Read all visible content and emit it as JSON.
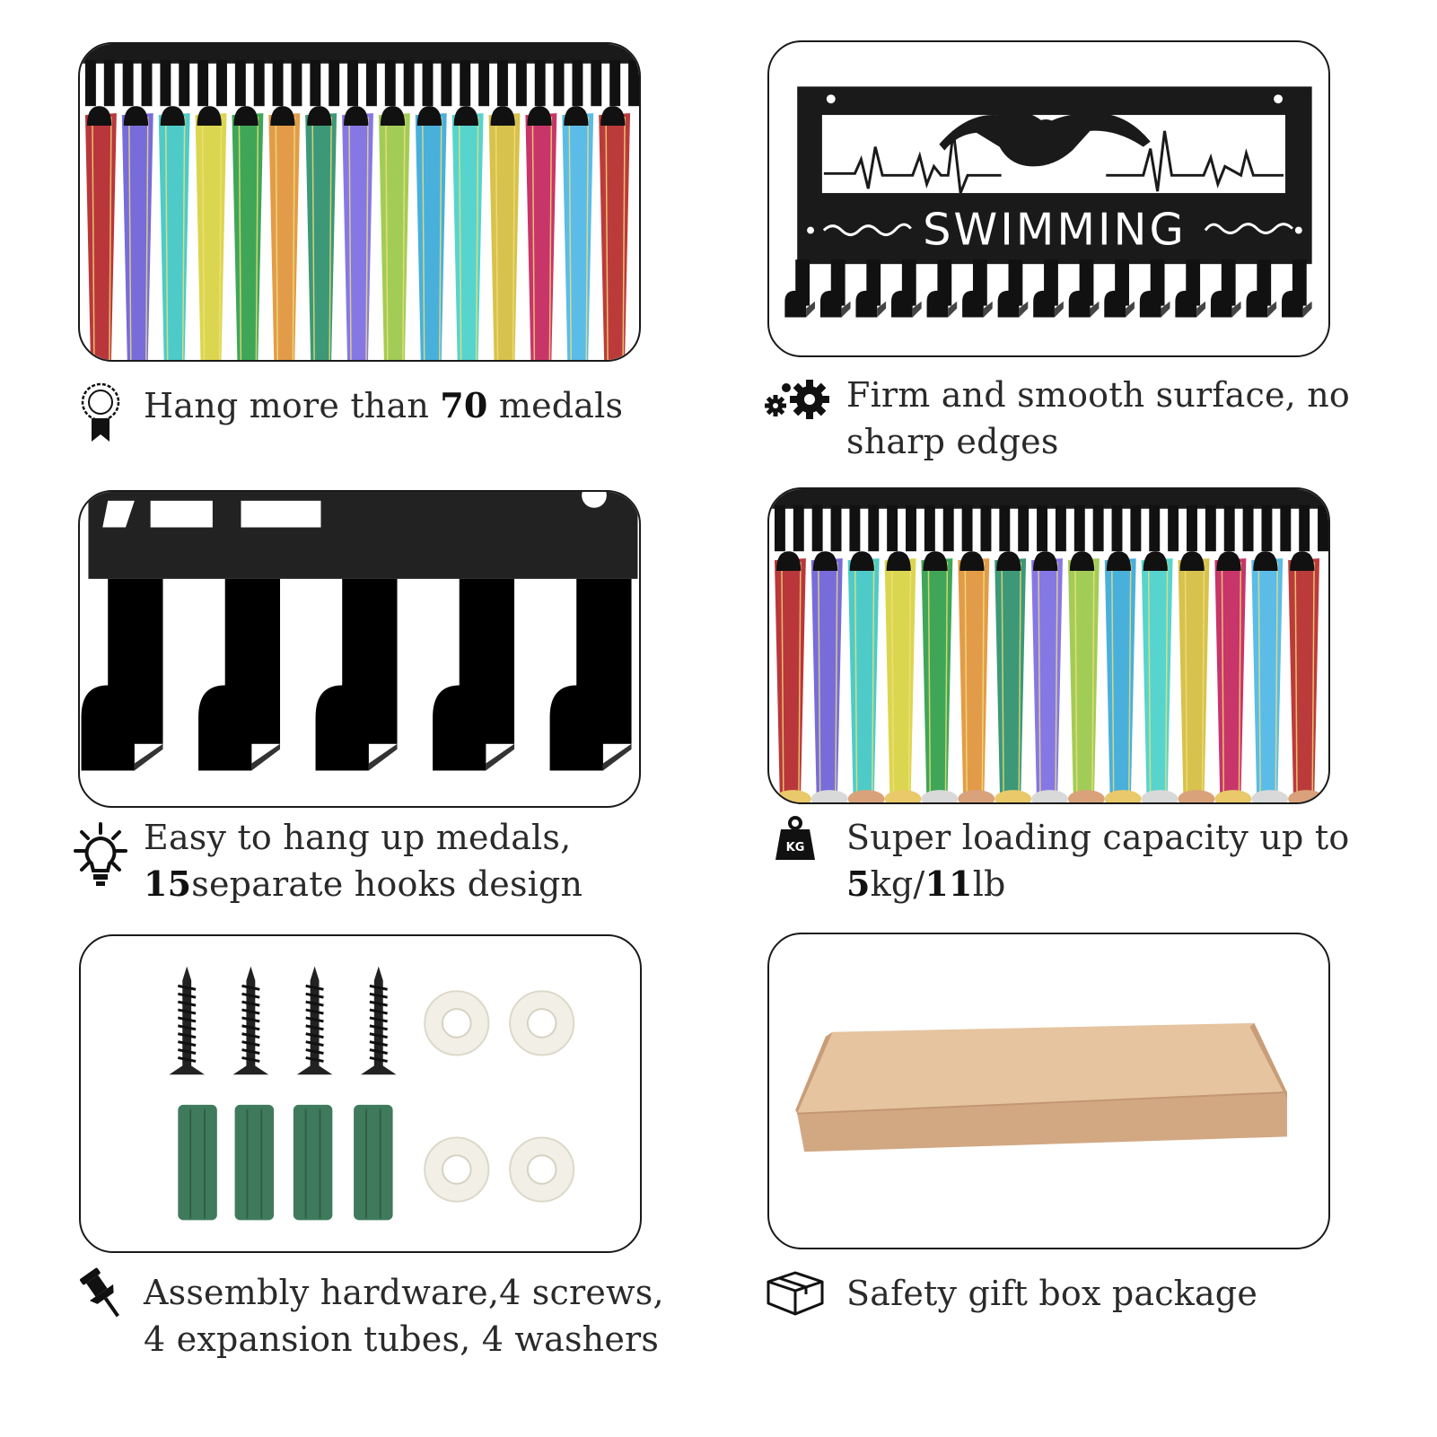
{
  "features": [
    {
      "id": "medals",
      "icon": "medal-ribbon-icon",
      "text_before": "Hang more than ",
      "number": "70",
      "text_after": " medals"
    },
    {
      "id": "surface",
      "icon": "gears-icon",
      "line1": "Firm and smooth surface, no",
      "line2": "sharp edges"
    },
    {
      "id": "hooks",
      "icon": "lightbulb-icon",
      "line1": "Easy to hang up medals,",
      "number": "15",
      "line2": "separate hooks design"
    },
    {
      "id": "capacity",
      "icon": "kg-weight-icon",
      "icon_label": "KG",
      "line1": "Super loading capacity  up to",
      "kg": "5",
      "kg_unit": "kg/",
      "lb": "11",
      "lb_unit": "lb"
    },
    {
      "id": "hardware",
      "icon": "push-pin-icon",
      "line1": "Assembly hardware,4  screws,",
      "line2": "4 expansion tubes, 4 washers"
    },
    {
      "id": "package",
      "icon": "gift-box-icon",
      "line1": "Safety gift box package"
    }
  ],
  "swim_sign": {
    "text": "SWIMMING"
  },
  "colors": {
    "frame": "#1a1a1a",
    "ribbons": [
      "#b3262a",
      "#6b5fd6",
      "#3fc7c4",
      "#d8d341",
      "#2f9e4a",
      "#e0943a",
      "#2c8f6b",
      "#7b6de3",
      "#9ac84a",
      "#3aa9d8",
      "#49d0c9",
      "#d4bd3e",
      "#c2245c",
      "#4db6e6",
      "#b52a2a"
    ],
    "box": "#dcb48f",
    "anchor": "#3f7a5c"
  }
}
